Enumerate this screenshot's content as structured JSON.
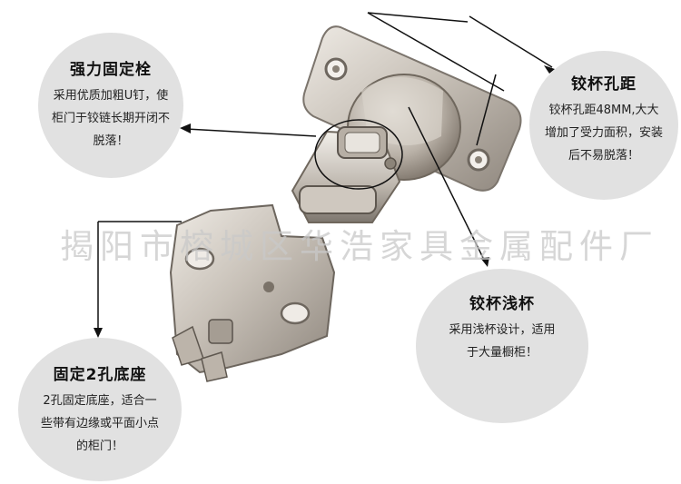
{
  "callouts": {
    "bolt": {
      "title": "强力固定栓",
      "lines": [
        "采用优质加粗U钉，使",
        "柜门于铰链长期开闭不",
        "脱落！"
      ]
    },
    "distance": {
      "title": "铰杯孔距",
      "lines": [
        "铰杯孔距48MM,大大",
        "增加了受力面积，安装",
        "后不易脱落！"
      ]
    },
    "cup": {
      "title": "铰杯浅杯",
      "lines": [
        "采用浅杯设计，适用",
        "于大量橱柜！"
      ]
    },
    "base": {
      "title": "固定2孔底座",
      "lines": [
        "2孔固定底座，适合一",
        "些带有边缘或平面小点",
        "的柜门！"
      ]
    }
  },
  "watermark": "揭阳市榕城区华浩家具金属配件厂",
  "colors": {
    "bubble": "#e1e1e1",
    "metal": "#c9c3bc",
    "line": "#111111"
  }
}
